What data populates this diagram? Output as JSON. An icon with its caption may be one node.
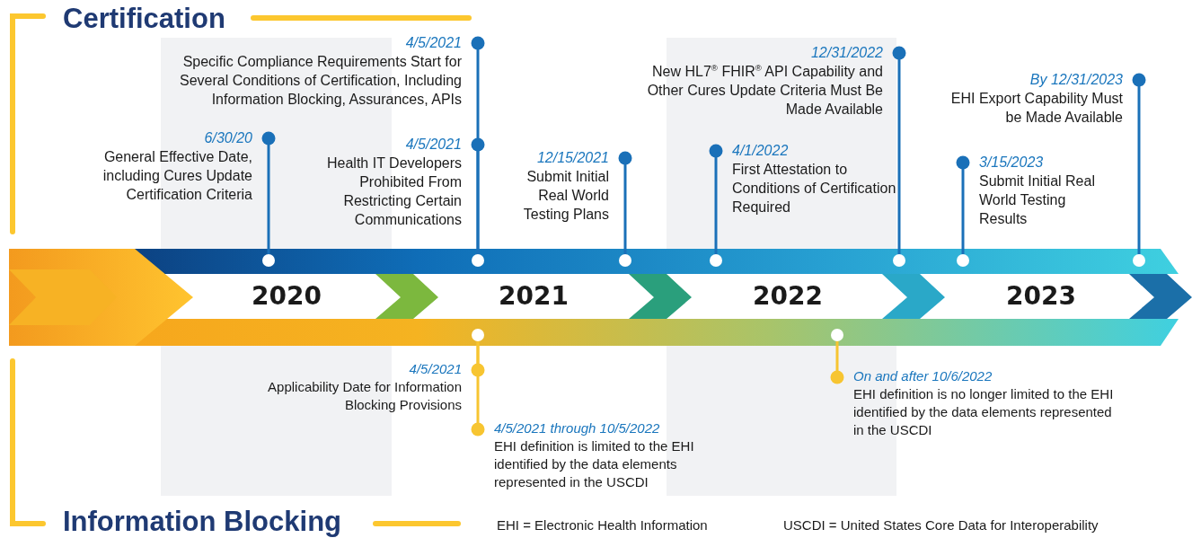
{
  "diagram": {
    "nodes": [
      {
        "text": [
          "6/30/20",
          "General Effective Date, including Cures Update Certification Criteria"
        ]
      },
      {
        "text": [
          "4/5/2021",
          "Specific Compliance Requirements Start for Several Conditions of Certification, Including Information Blocking, Assurances, APIs"
        ]
      },
      {
        "text": [
          "4/5/2021",
          "Health IT Developers Prohibited From Restricting Certain Communications"
        ]
      },
      {
        "text": [
          "12/15/2021",
          "Submit Initial Real World Testing Plans"
        ]
      },
      {
        "text": [
          "4/1/2022",
          "First Attestation to Conditions of Certification Required"
        ]
      },
      {
        "text": [
          "12/31/2022",
          "New HL7$^{®}$ FHIR$^{®}$ API Capability and Other Cures Update Criteria Must Be Made Available"
        ]
      },
      {
        "text": [
          "3/15/2023",
          "Submit Initial Real World Testing Results"
        ]
      },
      {
        "text": [
          "By 12/31/2023",
          "EHI Export Capability Must be Made Available"
        ]
      },
      {
        "text": [],
        "shape": "circle"
      },
      {
        "text": [],
        "shape": "circle"
      },
      {
        "text": [],
        "shape": "circle"
      },
      {
        "text": [],
        "shape": "circle"
      },
      {
        "text": [],
        "shape": "circle"
      },
      {
        "text": [],
        "shape": "circle"
      },
      {
        "text": [],
        "shape": "circle"
      },
      {
        "text": [
          "4/5/2021",
          "Applicability Date for Information Blocking Provisions"
        ]
      },
      {
        "text": [
          "4/5/2021 through 10/5/2022",
          "EHI definition is limited to the EHI identified by the data elements represented in the USCDI"
        ]
      },
      {
        "text": [
          "On and after 10/6/2022",
          "EHI definition is no longer limited to the EHI identified by the data elements represented in the USCDI"
        ]
      },
      {
        "text": [],
        "shape": "circle"
      },
      {
        "text": [],
        "shape": "circle"
      }
    ],
    "edges": [
      {
        "from": 0,
        "to": 8,
        "arrow": "other"
      },
      {
        "from": 1,
        "to": 9,
        "arrow": "other"
      },
      {
        "from": 2,
        "to": 9,
        "arrow": "other"
      },
      {
        "from": 3,
        "to": 10,
        "arrow": "other"
      },
      {
        "from": 4,
        "to": 11,
        "arrow": "other"
      },
      {
        "from": 5,
        "to": 12,
        "arrow": "other"
      },
      {
        "from": 6,
        "to": 13,
        "arrow": "other"
      },
      {
        "from": 7,
        "to": 14,
        "arrow": "other"
      },
      {
        "from": 15,
        "to": 18,
        "arrow": "other",
        "color": "#f7c531"
      },
      {
        "from": 16,
        "to": 18,
        "arrow": "other",
        "color": "#f7c531"
      },
      {
        "from": 17,
        "to": 19,
        "arrow": "other",
        "color": "#f7c531"
      }
    ],
    "labels": [
      "Certification",
      "2020",
      "2021",
      "2022",
      "2023",
      "Information Blocking",
      "EHI = Electronic Health Information",
      "USCDI = United States Core Data for Interoperability"
    ]
  }
}
